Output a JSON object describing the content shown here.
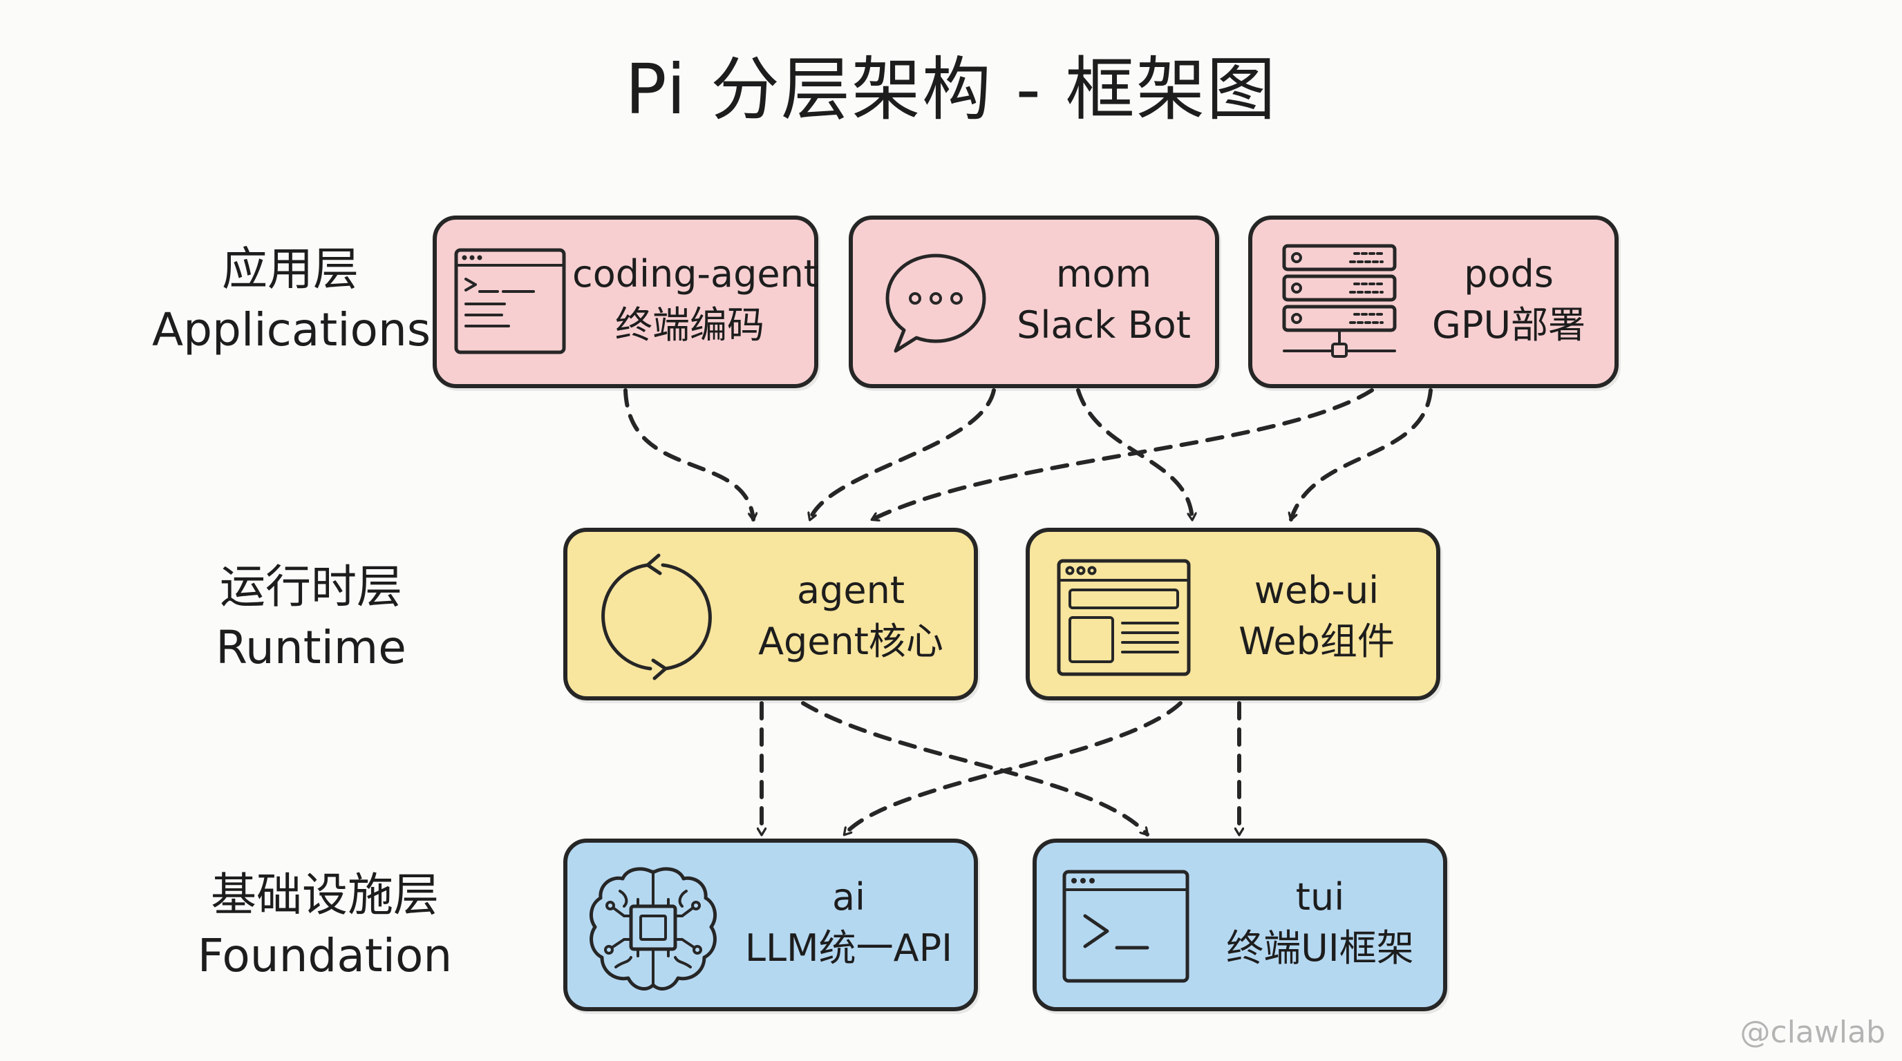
{
  "title": "Pi 分层架构 - 框架图",
  "layers": {
    "applications": {
      "zh": "应用层",
      "en": "Applications"
    },
    "runtime": {
      "zh": "运行时层",
      "en": "Runtime"
    },
    "foundation": {
      "zh": "基础设施层",
      "en": "Foundation"
    }
  },
  "nodes": {
    "coding_agent": {
      "name": "coding-agent",
      "desc": "终端编码",
      "icon": "terminal-window-icon"
    },
    "mom": {
      "name": "mom",
      "desc": "Slack Bot",
      "icon": "chat-bubble-icon"
    },
    "pods": {
      "name": "pods",
      "desc": "GPU部署",
      "icon": "server-rack-icon"
    },
    "agent": {
      "name": "agent",
      "desc": "Agent核心",
      "icon": "refresh-cycle-icon"
    },
    "web_ui": {
      "name": "web-ui",
      "desc": "Web组件",
      "icon": "browser-window-icon"
    },
    "ai": {
      "name": "ai",
      "desc": "LLM统一API",
      "icon": "ai-brain-chip-icon"
    },
    "tui": {
      "name": "tui",
      "desc": "终端UI框架",
      "icon": "terminal-prompt-icon"
    }
  },
  "colors": {
    "applications": "#f7cfd1",
    "runtime": "#f8e59e",
    "foundation": "#b5d8f1",
    "stroke": "#262626"
  },
  "watermark": "@clawlab"
}
